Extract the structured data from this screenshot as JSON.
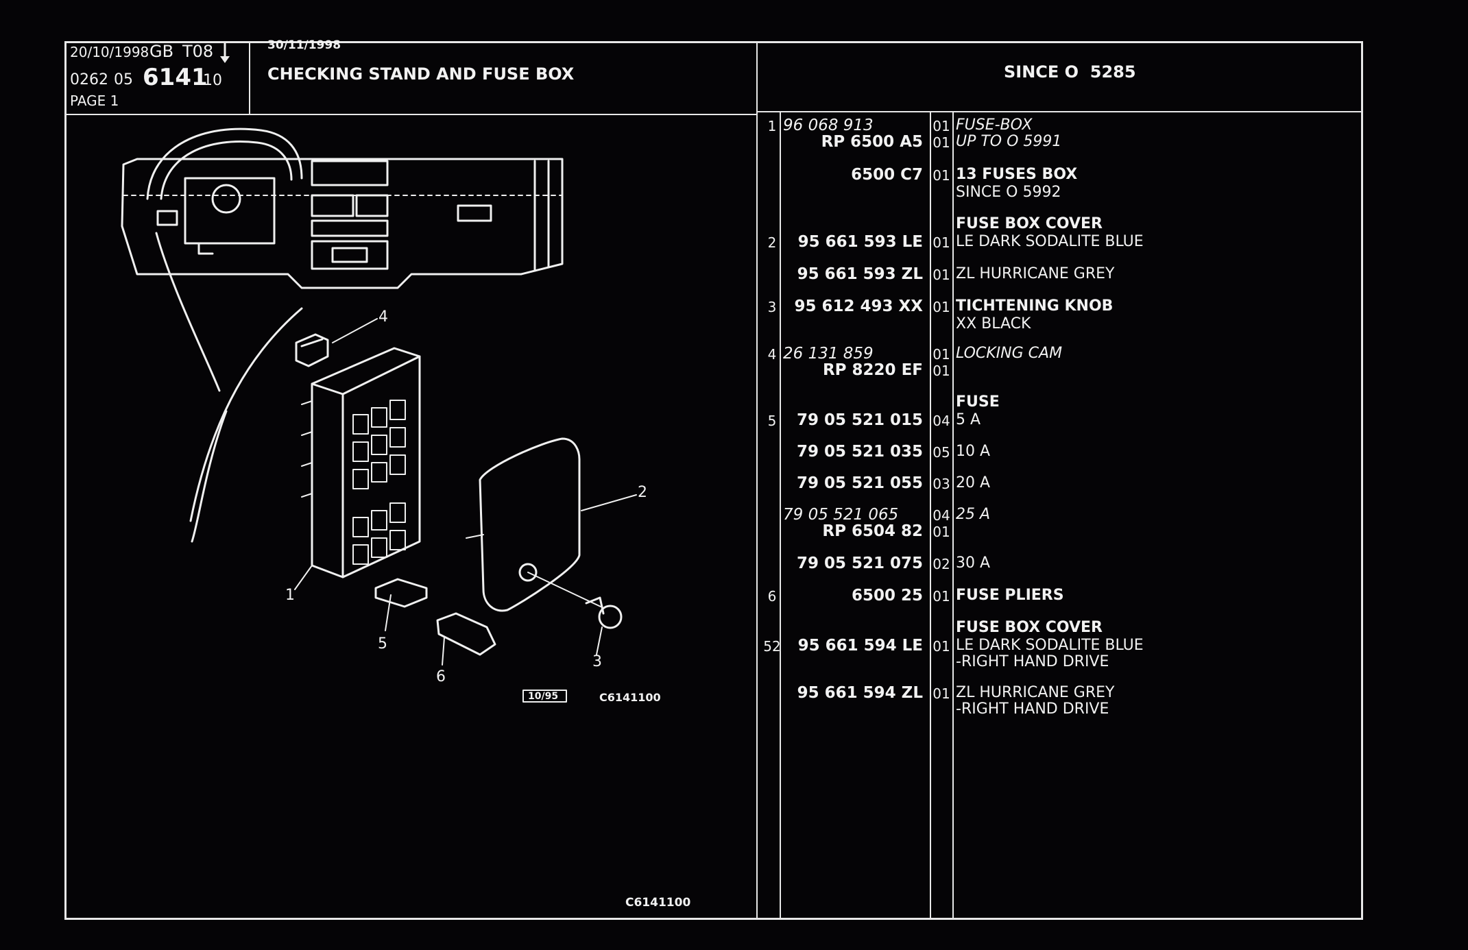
{
  "header": {
    "date1": "20/10/1998",
    "lang": "GB",
    "code": "T08",
    "ref_prefix": "0262",
    "ref_mid": "05",
    "ref_main": "6141",
    "ref_suffix": "10",
    "page": "PAGE 1",
    "date2": "30/11/1998",
    "title": "CHECKING STAND AND FUSE BOX",
    "since": "SINCE O  5285"
  },
  "figure": {
    "callouts": [
      "1",
      "2",
      "3",
      "4",
      "5",
      "6"
    ],
    "stamp": "10/95",
    "code1": "C6141100",
    "code2": "C6141100"
  },
  "parts": [
    {
      "num": "1",
      "ref1": "96 068 913",
      "ref1_italic": true,
      "qty1": "01",
      "desc1": "FUSE-BOX",
      "desc1_style": "italic",
      "ref2": "RP  6500 A5",
      "qty2": "01",
      "desc2": "UP  TO  O  5991",
      "desc2_style": "italic"
    },
    {
      "num": "",
      "ref1": "6500 C7",
      "qty1": "01",
      "desc1": "13 FUSES BOX",
      "desc1_style": "bold",
      "desc2": "SINCE O  5992"
    },
    {
      "num": "2",
      "head": "FUSE BOX COVER",
      "ref1": "95 661 593 LE",
      "qty1": "01",
      "desc1": "LE DARK SODALITE BLUE"
    },
    {
      "num": "",
      "ref1": "95 661 593 ZL",
      "qty1": "01",
      "desc1": "ZL HURRICANE GREY"
    },
    {
      "num": "3",
      "ref1": "95 612 493 XX",
      "qty1": "01",
      "desc1": "TICHTENING KNOB",
      "desc1_style": "bold",
      "desc2": "XX BLACK"
    },
    {
      "num": "4",
      "ref1": "26 131 859",
      "ref1_italic": true,
      "qty1": "01",
      "desc1": "LOCKING CAM",
      "desc1_style": "italic",
      "ref2": "RP  8220 EF",
      "qty2": "01"
    },
    {
      "num": "5",
      "head": "FUSE",
      "ref1": "79 05 521 015",
      "qty1": "04",
      "desc1": "5 A"
    },
    {
      "num": "",
      "ref1": "79 05 521 035",
      "qty1": "05",
      "desc1": "10 A"
    },
    {
      "num": "",
      "ref1": "79 05 521 055",
      "qty1": "03",
      "desc1": "20 A"
    },
    {
      "num": "",
      "ref1": "79 05 521 065",
      "ref1_italic": true,
      "qty1": "04",
      "desc1": "25 A",
      "desc1_style": "italic",
      "ref2": "RP  6504 82",
      "qty2": "01"
    },
    {
      "num": "",
      "ref1": "79 05 521 075",
      "qty1": "02",
      "desc1": "30 A"
    },
    {
      "num": "6",
      "ref1": "6500 25",
      "qty1": "01",
      "desc1": "FUSE PLIERS",
      "desc1_style": "bold"
    },
    {
      "num": "52",
      "head": "FUSE BOX COVER",
      "ref1": "95 661 594 LE",
      "qty1": "01",
      "desc1": "LE DARK SODALITE BLUE",
      "desc2": "-RIGHT HAND DRIVE"
    },
    {
      "num": "",
      "ref1": "95 661 594 ZL",
      "qty1": "01",
      "desc1": "ZL HURRICANE GREY",
      "desc2": "-RIGHT HAND DRIVE"
    }
  ]
}
